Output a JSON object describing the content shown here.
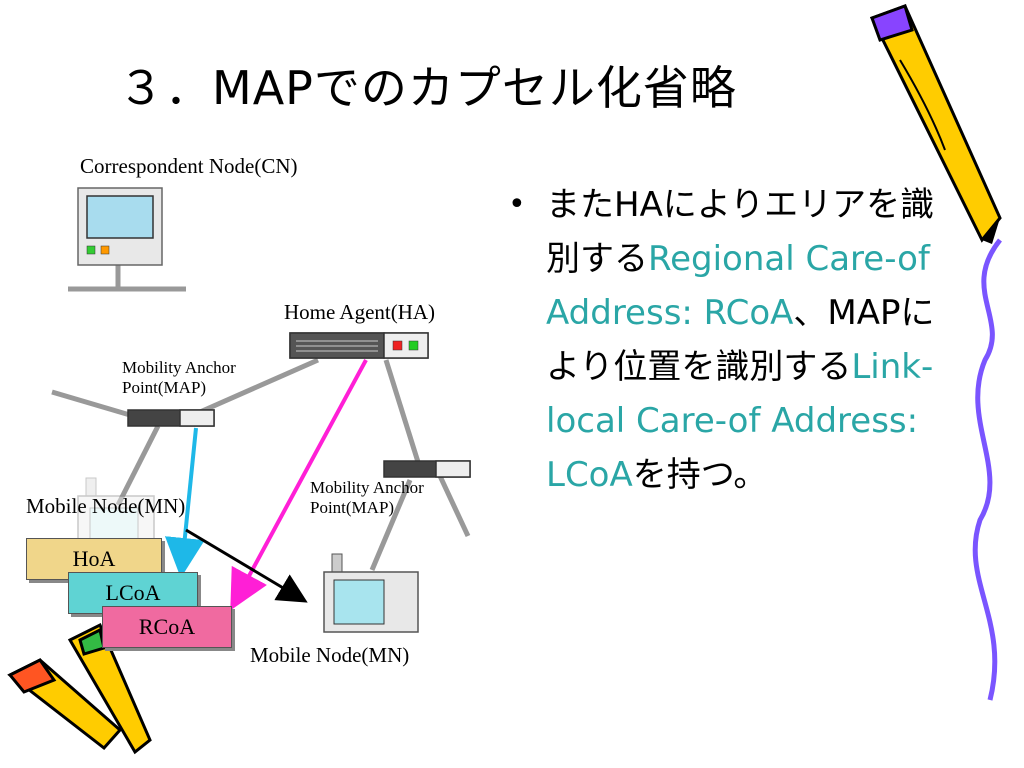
{
  "title": "３．MAPでのカプセル化省略",
  "diagram": {
    "cn_label": "Correspondent Node(CN)",
    "ha_label": "Home Agent(HA)",
    "map1_label_line1": "Mobility Anchor",
    "map1_label_line2": "Point(MAP)",
    "map2_label_line1": "Mobility Anchor",
    "map2_label_line2": "Point(MAP)",
    "mn_left_label": "Mobile Node(MN)",
    "mn_right_label": "Mobile Node(MN)",
    "addresses": [
      "HoA",
      "LCoA",
      "RCoA"
    ]
  },
  "bullet": {
    "part1": "またHAによりエリアを識別する",
    "part2_highlight": "Regional Care-of Address: RCoA",
    "part3": "、MAPにより位置を識別する",
    "part4_highlight": "Link-local Care-of Address: LCoA",
    "part5": "を持つ。"
  },
  "colors": {
    "highlight": "#2aa6a6",
    "arrow_cyan": "#1eb8e8",
    "arrow_magenta": "#ff1fd6",
    "hoa_fill": "#f0d68a",
    "lcoa_fill": "#5fd3d3",
    "rcoa_fill": "#f06aa0"
  }
}
